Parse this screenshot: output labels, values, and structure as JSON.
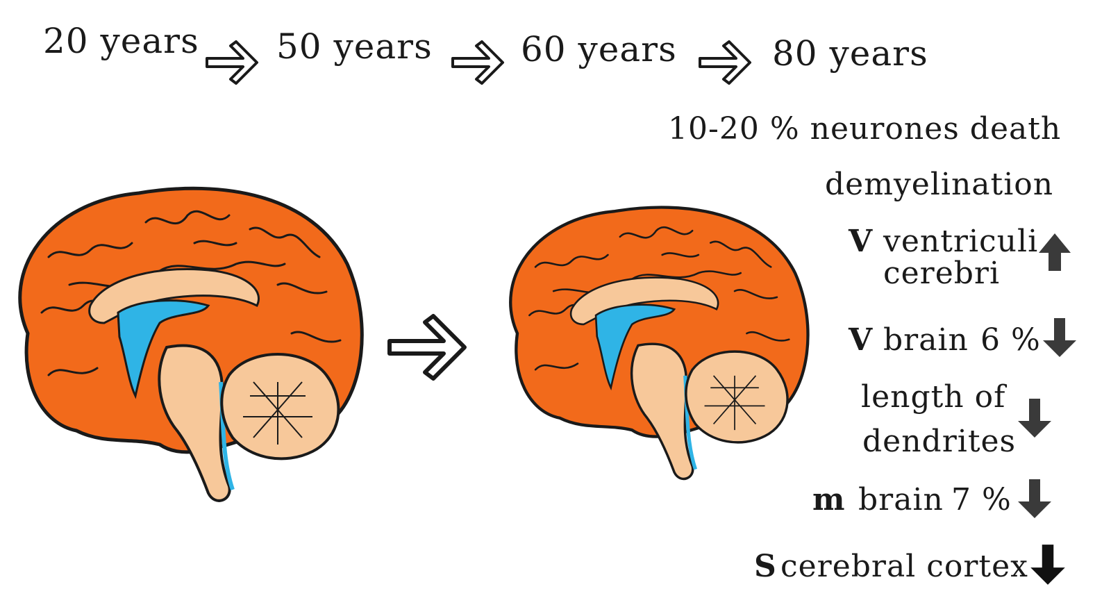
{
  "timeline": [
    "20 years",
    "50 years",
    "60 years",
    "80 years"
  ],
  "facts": {
    "neurones": "10-20 % neurones death",
    "demyelination": "demyelination",
    "ventricles": {
      "symbol": "V",
      "line1": "ventriculi",
      "line2": "cerebri",
      "trend": "up"
    },
    "brain_volume": {
      "symbol": "V",
      "label": "brain",
      "value": "6 %",
      "trend": "down"
    },
    "dendrites": {
      "line1": "length of",
      "line2": "dendrites",
      "trend": "down"
    },
    "brain_mass": {
      "symbol": "m",
      "label": "brain",
      "value": "7 %",
      "trend": "down"
    },
    "cortex_surface": {
      "symbol": "S",
      "label": "cerebral cortex",
      "trend": "down"
    }
  },
  "colors": {
    "cortex": "#f26a1b",
    "inner": "#f7c89a",
    "ventricle": "#2fb4e6",
    "outline": "#1a1a1a",
    "arrow_dark": "#3a3a3a"
  },
  "icons": [
    "double-arrow-right-icon",
    "arrow-up-icon",
    "arrow-down-icon"
  ]
}
